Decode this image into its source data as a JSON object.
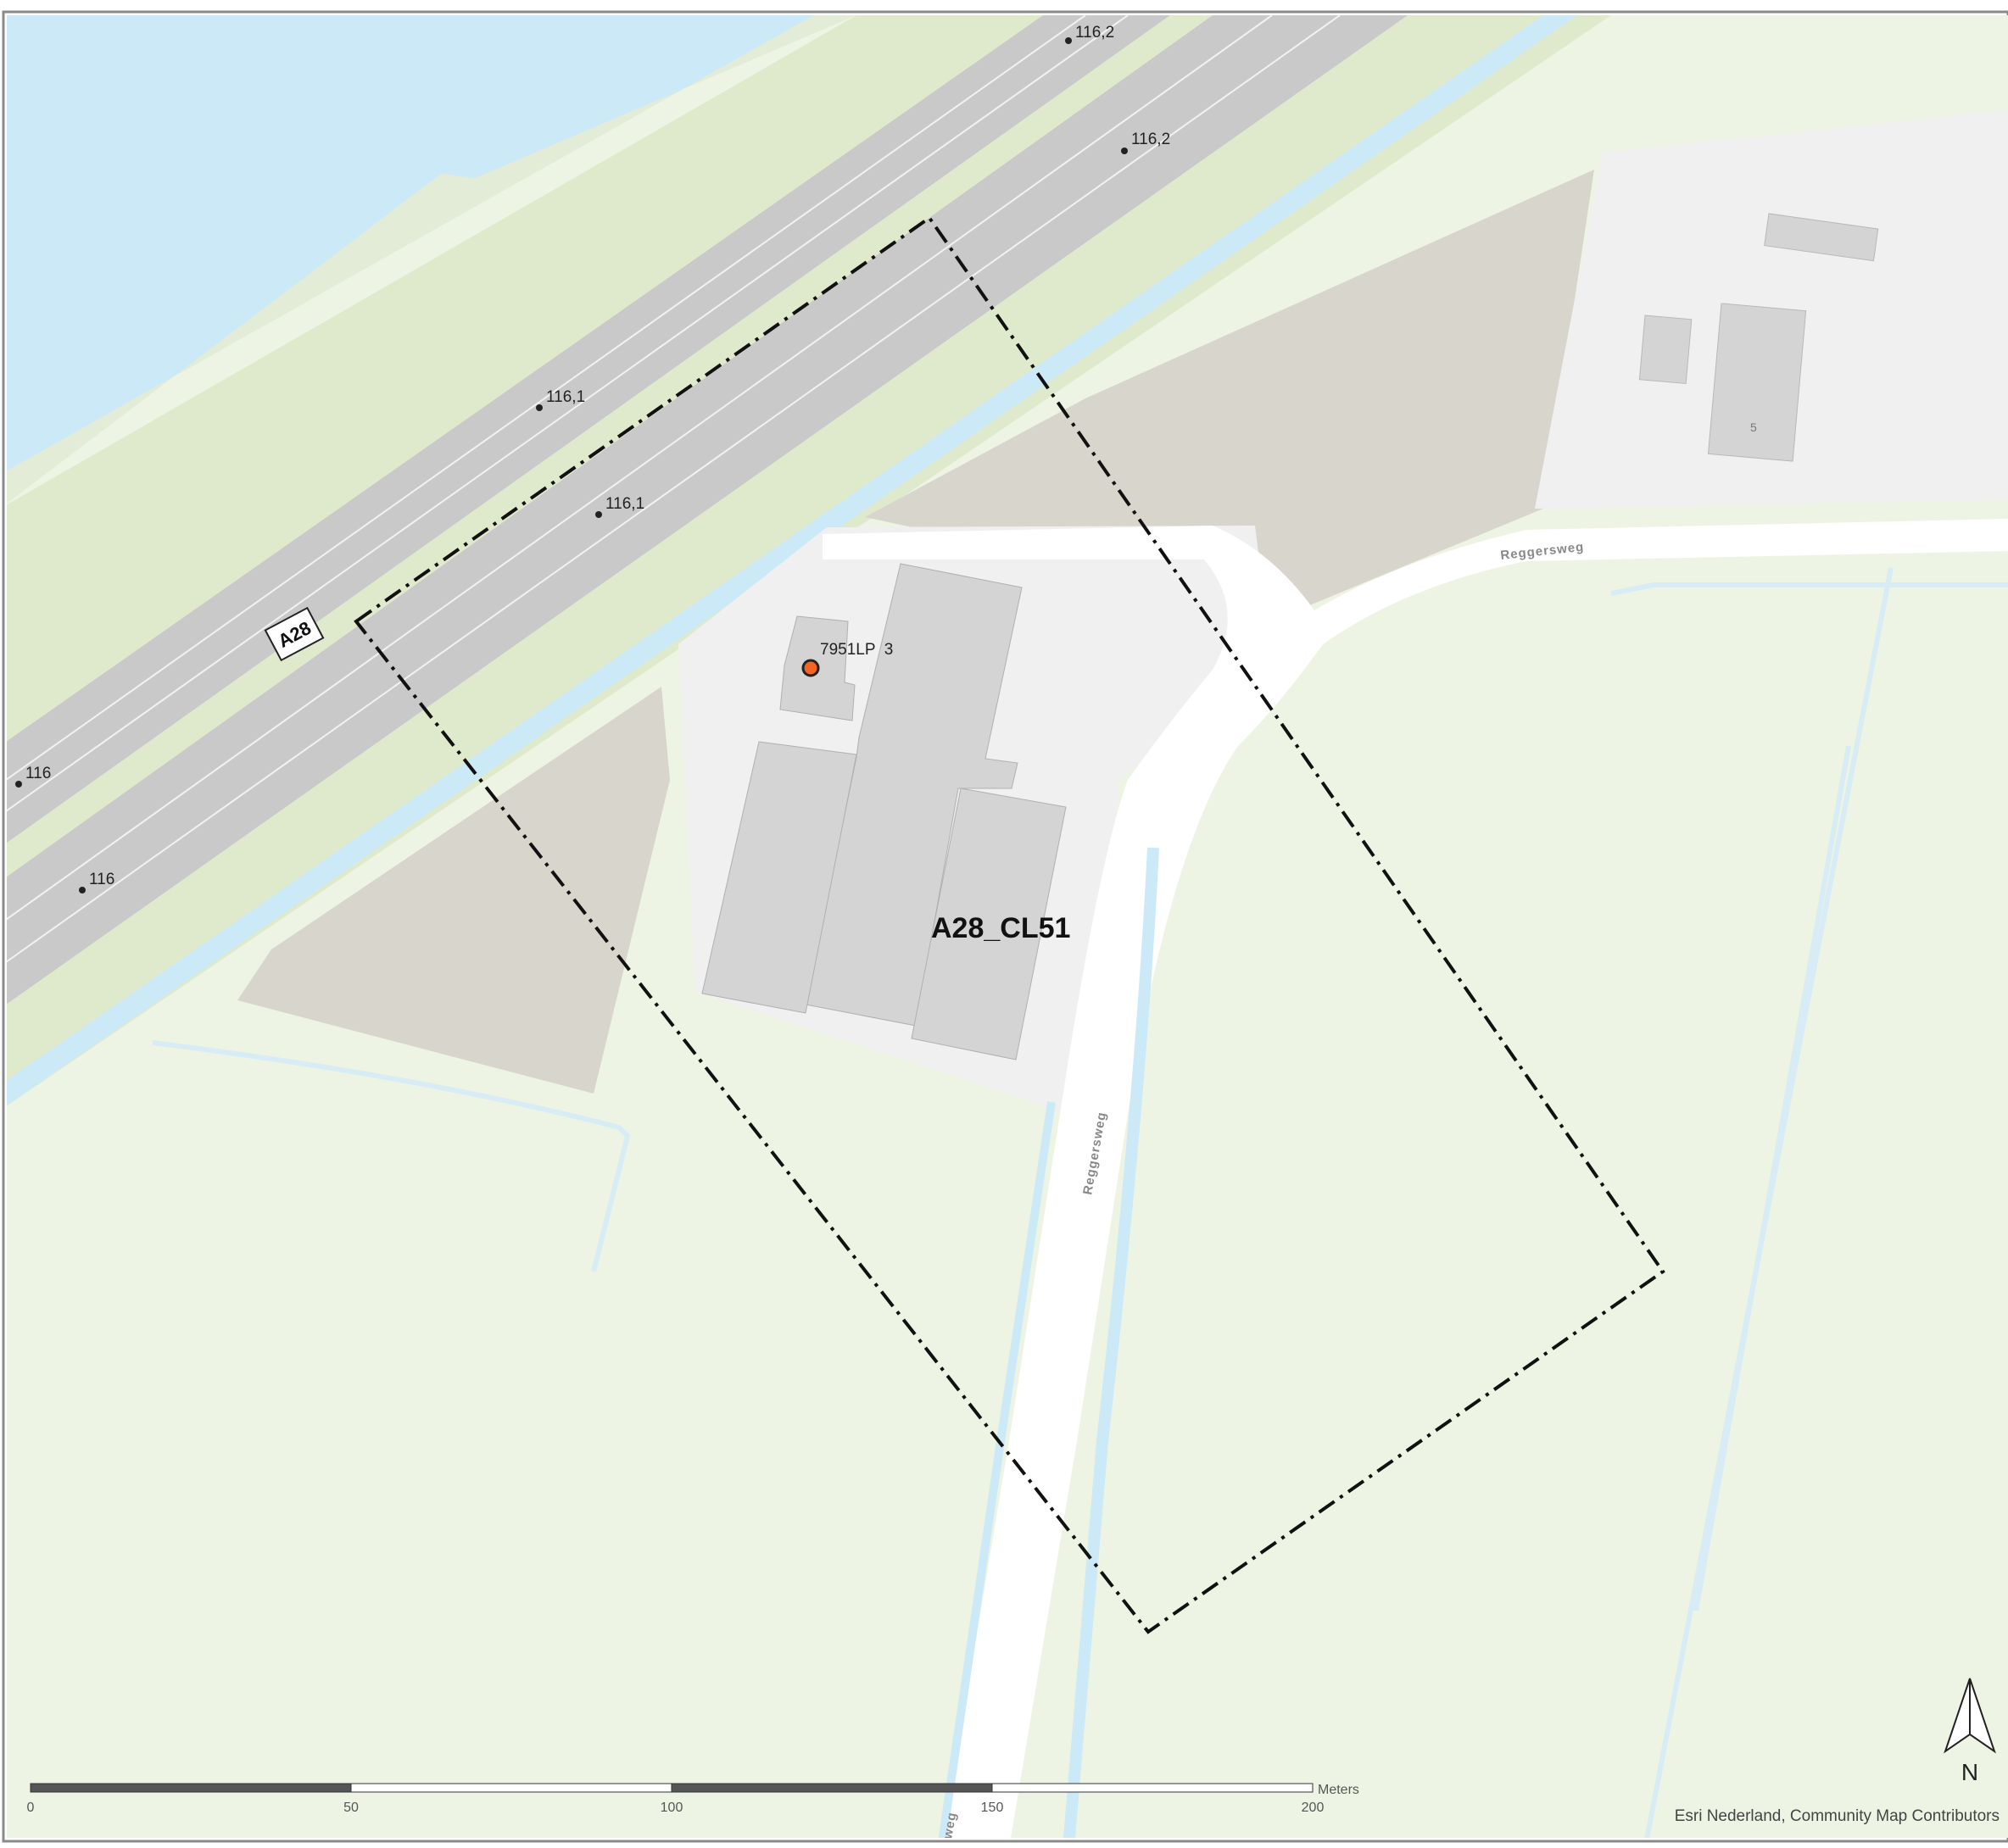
{
  "map": {
    "area_label": "A28_CL51",
    "address_label": "7951LP  3",
    "highway_shield": "A28",
    "house_number": "5",
    "roads": [
      {
        "name": "Reggersweg"
      },
      {
        "name": "Reggersweg"
      },
      {
        "name": "weg"
      }
    ],
    "hectometer_markers": [
      "116,2",
      "116,2",
      "116,1",
      "116,1",
      "116",
      "116"
    ],
    "scale_bar": {
      "unit": "Meters",
      "ticks": [
        "0",
        "50",
        "100",
        "150",
        "200"
      ]
    },
    "north_arrow": "N",
    "attribution": "Esri Nederland, Community Map Contributors",
    "colors": {
      "grass": "#eef4e4",
      "water": "#cce9f7",
      "highway": "#c9c9c9",
      "building": "#d4d4d4",
      "paved": "#f0f0f0",
      "bare_field": "#d8d6cc",
      "point_marker": "#f26522"
    }
  }
}
